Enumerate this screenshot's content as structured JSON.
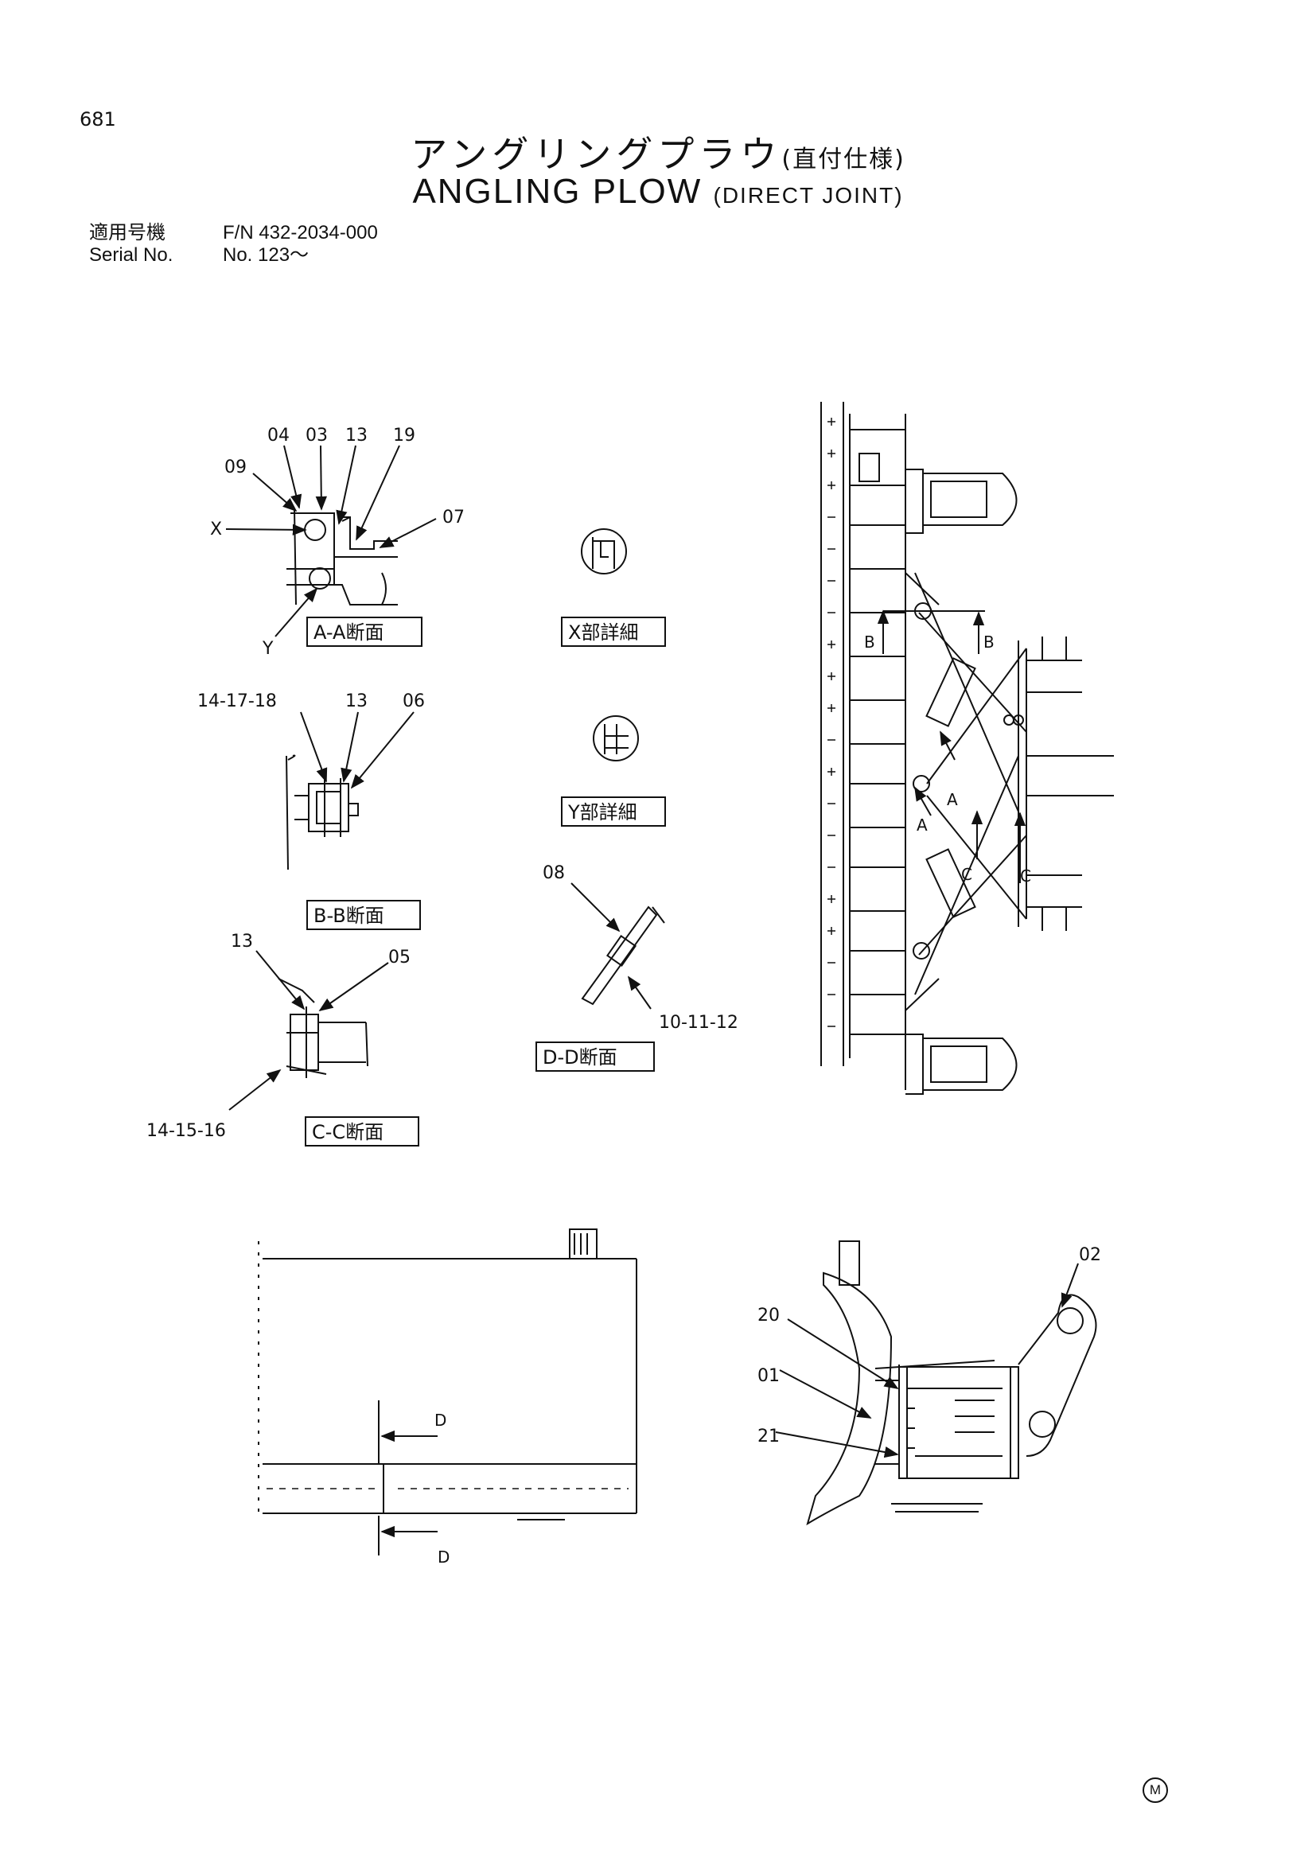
{
  "page_number": "681",
  "title_jp": {
    "main": "アングリングプラウ",
    "sub": "(直付仕様)"
  },
  "title_en": {
    "main": "ANGLING PLOW",
    "sub": "(DIRECT JOINT)"
  },
  "spec": {
    "model_label": "適用号機",
    "model_value": "F/N 432-2034-000",
    "serial_label": "Serial No.",
    "serial_value": "No. 123～"
  },
  "section_labels": {
    "aa": "A-A断面",
    "bb": "B-B断面",
    "cc": "C-C断面",
    "dd": "D-D断面",
    "x_detail": "X部詳細",
    "y_detail": "Y部詳細"
  },
  "callouts": {
    "c04": "04",
    "c03": "03",
    "c13a": "13",
    "c19": "19",
    "c09": "09",
    "c07": "07",
    "cX": "X",
    "cY": "Y",
    "c141718": "14-17-18",
    "c13b": "13",
    "c06": "06",
    "c13c": "13",
    "c05": "05",
    "c141516": "14-15-16",
    "c08": "08",
    "c101112": "10-11-12",
    "c02": "02",
    "c20": "20",
    "c01": "01",
    "c21": "21"
  },
  "view_marks": {
    "a1": "A",
    "a2": "A",
    "b1": "B",
    "b2": "B",
    "cm1": "C",
    "cm2": "C",
    "d1": "D",
    "d2": "D"
  },
  "footer_mark": "M"
}
